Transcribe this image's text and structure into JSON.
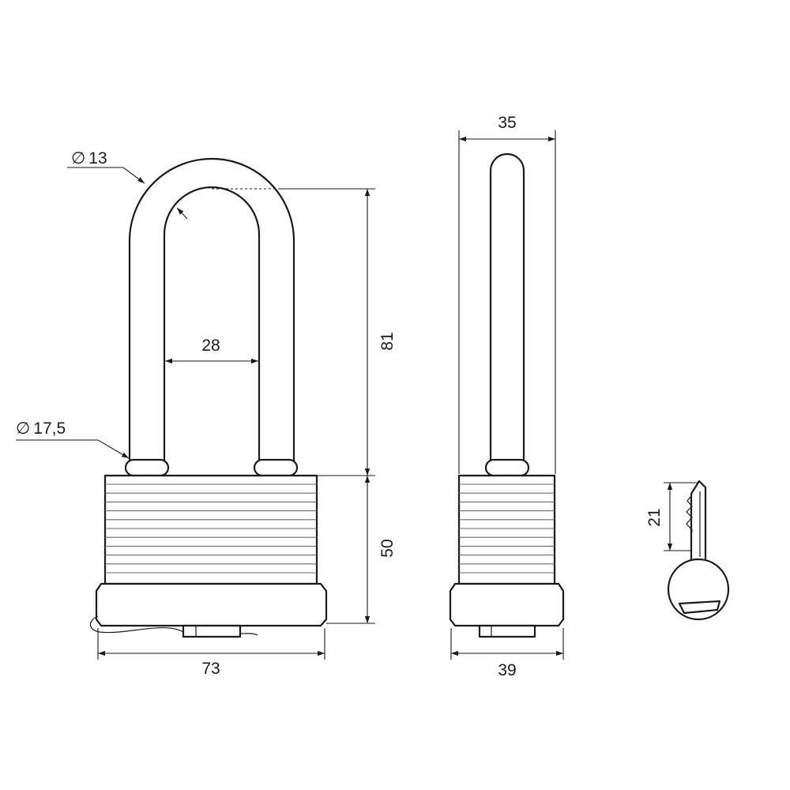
{
  "dimensions": {
    "shackle_diameter": "13",
    "shackle_inner_width": "28",
    "shackle_base_diameter": "17,5",
    "shackle_height": "81",
    "body_height": "50",
    "body_width": "73",
    "side_shackle_width": "35",
    "side_body_depth": "39",
    "key_blade_length": "21"
  },
  "symbols": {
    "diameter": "∅"
  }
}
